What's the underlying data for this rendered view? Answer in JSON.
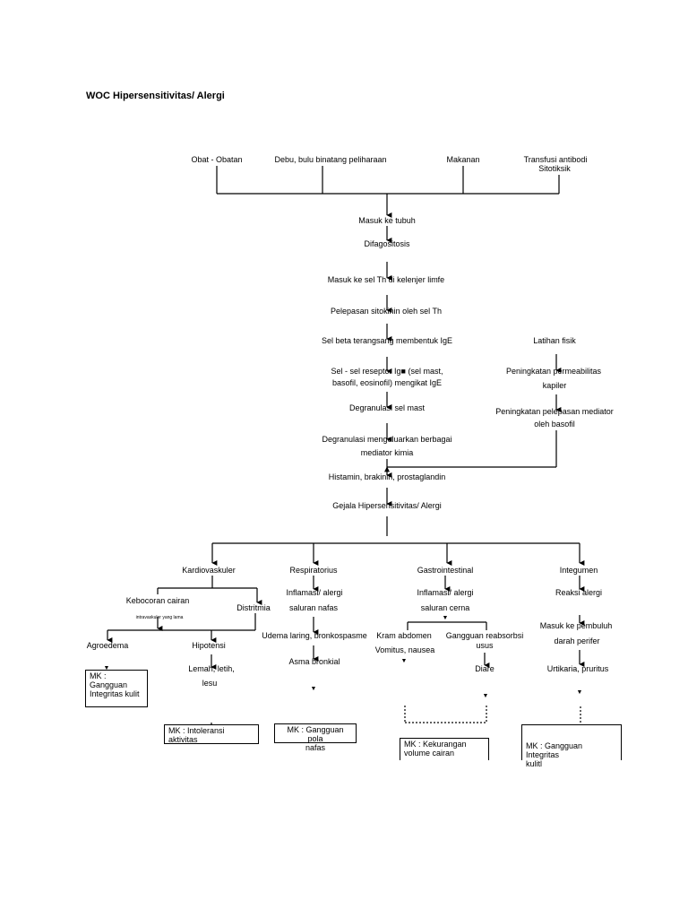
{
  "title": "WOC Hipersensitivitas/ Alergi",
  "causes": {
    "obat": "Obat - Obatan",
    "debu": "Debu, bulu binatang peliharaan",
    "makanan": "Makanan",
    "transfusi_1": "Transfusi antibodi",
    "transfusi_2": "Sitotiksik"
  },
  "chain": {
    "masuk_tubuh": "Masuk ke tubuh",
    "difagositosis": "Difagositosis",
    "masuk_sel_th": "Masuk ke sel Th di kelenjer limfe",
    "pelepasan_sitokinin": "Pelepasan sitokinin oleh sel Th",
    "sel_beta": "Sel beta terangsang membentuk IgE",
    "reseptor_1": "Sel - sel reseptor Ig■ (sel mast,",
    "reseptor_2": "basofil, eosinofil) mengikat IgE",
    "degranulasi": "Degranulasi sel mast",
    "degranulasi_mediator_1": "Degranulasi mengeluarkan berbagai",
    "degranulasi_mediator_2": "mediator kimia",
    "histamin": "Histamin, brakinin, prostaglandin",
    "gejala": "Gejala Hipersensitivitas/ Alergi"
  },
  "side_chain": {
    "latihan": "Latihan fisik",
    "permeabilitas_1": "Peningkatan permeabilitas",
    "permeabilitas_2": "kapiler",
    "pelepasan_mediator_1": "Peningkatan pelepasan mediator",
    "pelepasan_mediator_2": "oleh basofil"
  },
  "systems": {
    "kardio": {
      "name": "Kardiovaskuler",
      "kebocoran": "Kebocoran cairan",
      "intravaskuler": "intravaskuler yang lama",
      "distritmia": "Distritmia",
      "agroedema": "Agroedema",
      "hipotensi": "Hipotensi",
      "lemah_1": "Lemah, letih,",
      "lemah_2": "lesu",
      "mk_kulit_1": "MK :",
      "mk_kulit_2": "Gangguan",
      "mk_kulit_3": "Integritas kulit",
      "mk_aktivitas": "MK : Intoleransi aktivitas"
    },
    "respirasi": {
      "name": "Respiratorius",
      "inflamasi_1": "Inflamasi/ alergi",
      "inflamasi_2": "saluran nafas",
      "udema": "Udema laring, bronkospasme",
      "asma": "Asma bronkial",
      "mk_1": "MK : Gangguan pola",
      "mk_2": "nafas"
    },
    "gastro": {
      "name": "Gastrointestinal",
      "inflamasi_1": "Inflamasi/ alergi",
      "inflamasi_2": "saluran cerna",
      "kram": "Kram abdomen",
      "vomitus": "Vomitus, nausea",
      "reabsorbsi_1": "Gangguan reabsorbsi",
      "reabsorbsi_2": "usus",
      "diare": "Diare",
      "mk_1": "MK : Kekurangan",
      "mk_2": "volume cairan"
    },
    "integumen": {
      "name": "Integumen",
      "reaksi": "Reaksi alergi",
      "pembuluh_1": "Masuk ke pembuluh",
      "pembuluh_2": "darah perifer",
      "urtikaria": "Urtikaria, pruritus",
      "mk_1": "MK : Gangguan Integritas",
      "mk_2": "kulitl"
    }
  }
}
